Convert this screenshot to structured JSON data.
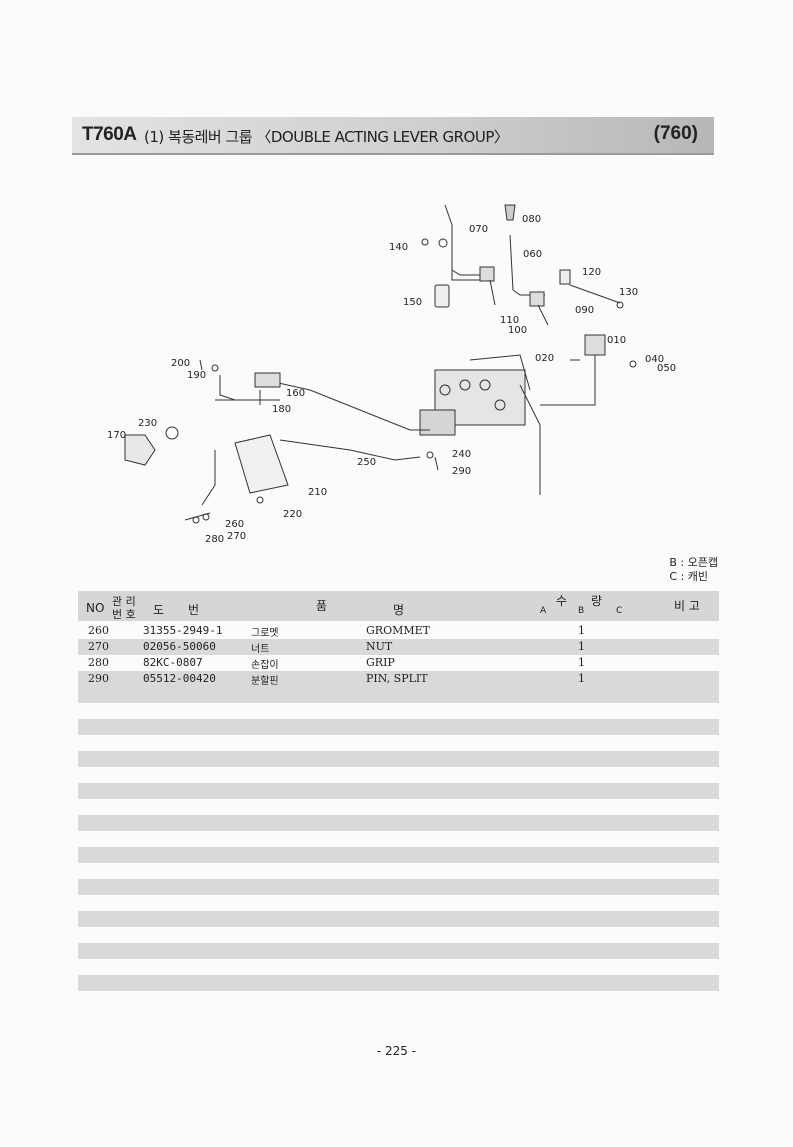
{
  "header": {
    "model": "T760A",
    "title": "(1) 복동레버 그룹 〈DOUBLE ACTING LEVER GROUP〉",
    "code": "(760)"
  },
  "diagram_labels": [
    "010",
    "020",
    "040",
    "050",
    "060",
    "070",
    "080",
    "090",
    "100",
    "110",
    "120",
    "130",
    "140",
    "150",
    "160",
    "170",
    "180",
    "190",
    "200",
    "210",
    "220",
    "230",
    "240",
    "250",
    "260",
    "270",
    "280",
    "290"
  ],
  "legend": {
    "b": "B : 오픈캡",
    "c": "C : 캐빈"
  },
  "table": {
    "headers": {
      "no": "NO",
      "mgmt1": "관 리",
      "mgmt2": "번 호",
      "drawing": "도　　번",
      "name_left": "품",
      "name_right": "명",
      "qty": "수　　량",
      "a": "A",
      "b": "B",
      "c": "C",
      "remarks": "비 고"
    },
    "rows": [
      {
        "no": "260",
        "part": "31355-2949-1",
        "kname": "그로멧",
        "ename": "GROMMET",
        "qa": "",
        "qb": "1",
        "qc": "",
        "rem": ""
      },
      {
        "no": "270",
        "part": "02056-50060",
        "kname": "너트",
        "ename": "NUT",
        "qa": "",
        "qb": "1",
        "qc": "",
        "rem": ""
      },
      {
        "no": "280",
        "part": "82KC-0807",
        "kname": "손잡이",
        "ename": "GRIP",
        "qa": "",
        "qb": "1",
        "qc": "",
        "rem": ""
      },
      {
        "no": "290",
        "part": "05512-00420",
        "kname": "분할핀",
        "ename": "PIN, SPLIT",
        "qa": "",
        "qb": "1",
        "qc": "",
        "rem": ""
      }
    ],
    "empty_rows": 20
  },
  "page_number": "- 225 -"
}
